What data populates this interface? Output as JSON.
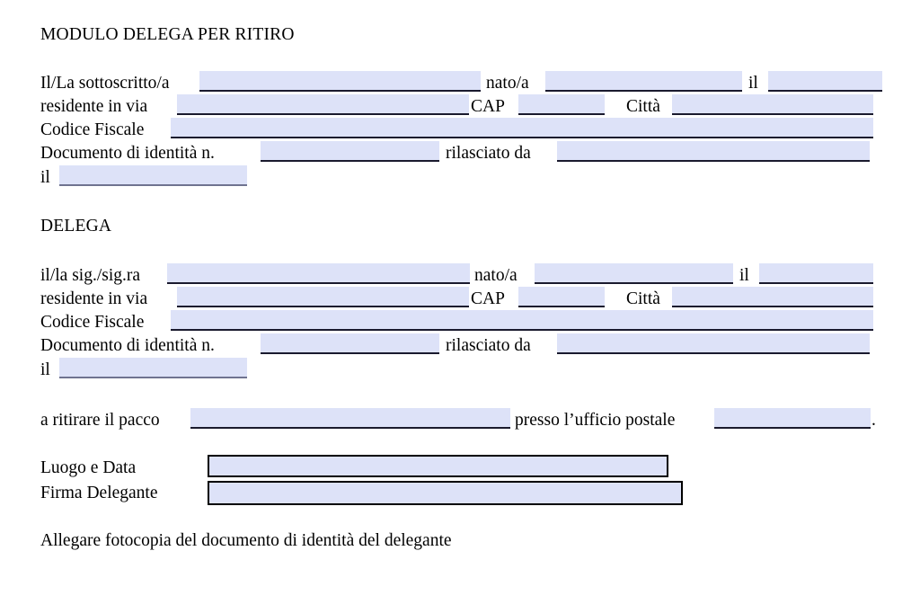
{
  "document": {
    "title": "MODULO DELEGA PER RITIRO",
    "section_heading": "DELEGA",
    "footer_note": "Allegare fotocopia del documento di identità del delegante",
    "field_fill_color": "#dde2f8",
    "field_underline_color": "#1a1a2e",
    "box_border_color": "#000000",
    "page_background": "#ffffff"
  },
  "delegante": {
    "row1": {
      "label_name": "Il/La sottoscritto/a",
      "label_born": "nato/a",
      "label_on": "il",
      "value_name": "",
      "value_born": "",
      "value_on": ""
    },
    "row2": {
      "label_address": "residente in via",
      "label_cap": "CAP",
      "label_city": "Città",
      "value_address": "",
      "value_cap": "",
      "value_city": ""
    },
    "row3": {
      "label_fiscal_code": "Codice Fiscale",
      "value_fiscal_code": ""
    },
    "row4": {
      "label_id_doc": "Documento di identità n.",
      "label_issued_by": "rilasciato da",
      "value_id_doc": "",
      "value_issued_by": ""
    },
    "row5": {
      "label_date": "il",
      "value_date": ""
    }
  },
  "delegato": {
    "row1": {
      "label_name": "il/la sig./sig.ra",
      "label_born": "nato/a",
      "label_on": "il",
      "value_name": "",
      "value_born": "",
      "value_on": ""
    },
    "row2": {
      "label_address": "residente in via",
      "label_cap": "CAP",
      "label_city": "Città",
      "value_address": "",
      "value_cap": "",
      "value_city": ""
    },
    "row3": {
      "label_fiscal_code": "Codice Fiscale",
      "value_fiscal_code": ""
    },
    "row4": {
      "label_id_doc": "Documento di identità n.",
      "label_issued_by": "rilasciato da",
      "value_id_doc": "",
      "value_issued_by": ""
    },
    "row5": {
      "label_date": "il",
      "value_date": ""
    }
  },
  "pickup": {
    "label_parcel": "a ritirare il pacco",
    "label_office": "presso l’ufficio postale",
    "trailing_punctuation": ".",
    "value_parcel": "",
    "value_office": ""
  },
  "signature": {
    "label_place_date": "Luogo e Data",
    "label_signature": "Firma Delegante",
    "value_place_date": "",
    "value_signature": ""
  }
}
